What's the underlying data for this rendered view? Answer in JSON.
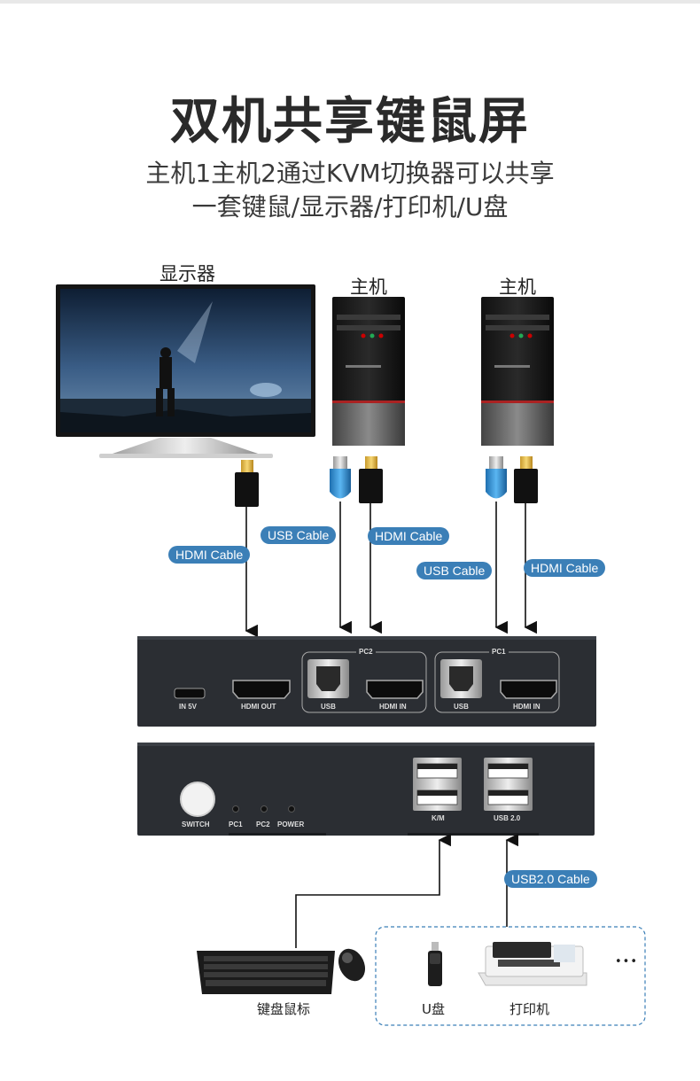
{
  "title": "双机共享键鼠屏",
  "subtitle_line1": "主机1主机2通过KVM切换器可以共享",
  "subtitle_line2": "一套键鼠/显示器/打印机/U盘",
  "devices": {
    "monitor": "显示器",
    "host_left": "主机",
    "host_right": "主机",
    "keyboard_mouse": "键盘鼠标",
    "usb_drive": "U盘",
    "printer": "打印机",
    "more": "•••"
  },
  "cables": {
    "monitor_hdmi": "HDMI Cable",
    "pc2_usb": "USB Cable",
    "pc2_hdmi": "HDMI Cable",
    "pc1_usb": "USB Cable",
    "pc1_hdmi": "HDMI Cable",
    "usb20": "USB2.0 Cable"
  },
  "back_panel": {
    "in5v": "IN 5V",
    "hdmi_out": "HDMI OUT",
    "pc2_group": "PC2",
    "pc2_usb": "USB",
    "pc2_hdmi_in": "HDMI IN",
    "pc1_group": "PC1",
    "pc1_usb": "USB",
    "pc1_hdmi_in": "HDMI IN"
  },
  "front_panel": {
    "switch": "SWITCH",
    "led_pc1": "PC1",
    "led_pc2": "PC2",
    "led_power": "POWER",
    "km_port": "K/M",
    "usb20_port": "USB 2.0"
  },
  "colors": {
    "cable_tag": "#3b7fb7",
    "kvm_body": "#2b2e33",
    "usb_plug": "#3a9be0"
  }
}
